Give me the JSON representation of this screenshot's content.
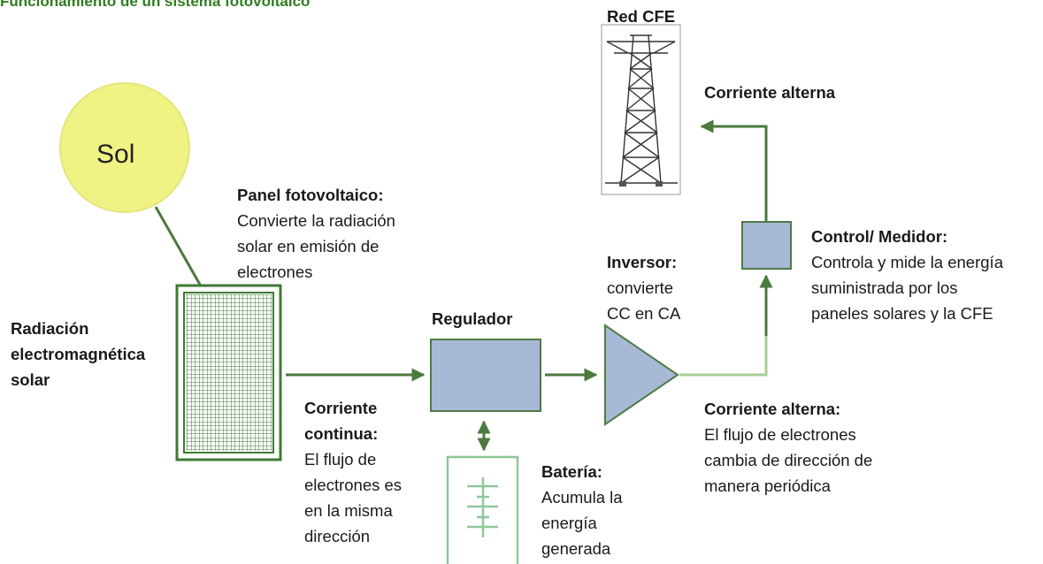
{
  "title": "Funcionamiento de un sistema fotovoltaico",
  "sun": {
    "label": "Sol"
  },
  "grid": {
    "title": "Red CFE",
    "ac_label": "Corriente alterna"
  },
  "panel": {
    "title": "Panel fotovoltaico:",
    "lines": [
      "Convierte la radiación",
      "solar en emisión de",
      "electrones"
    ]
  },
  "radiation": {
    "lines": [
      "Radiación",
      "electromagnética",
      "solar"
    ]
  },
  "dc": {
    "title_lines": [
      "Corriente",
      "continua:"
    ],
    "lines": [
      "El flujo de",
      "electrones es",
      "en la misma",
      "dirección"
    ]
  },
  "regulator": {
    "title": "Regulador"
  },
  "battery": {
    "title": "Batería:",
    "lines": [
      "Acumula la",
      "energía",
      "generada"
    ]
  },
  "inverter": {
    "title": "Inversor:",
    "lines": [
      "convierte",
      "CC en CA"
    ]
  },
  "ac": {
    "title": "Corriente alterna:",
    "lines": [
      "El flujo de electrones",
      "cambia de dirección de",
      "manera periódica"
    ]
  },
  "meter": {
    "title": "Control/ Medidor:",
    "lines": [
      "Controla y mide la energía",
      "suministrada por los",
      "paneles solares y la CFE"
    ]
  },
  "colors": {
    "title_green": "#2f7d1f",
    "arrow_green": "#4a7a3c",
    "sun_fill": "#f0f383",
    "sun_stroke": "#e4e57a",
    "box_fill": "#a8b9d6",
    "box_stroke": "#4e7a45",
    "battery_stroke": "#8fc79a"
  }
}
